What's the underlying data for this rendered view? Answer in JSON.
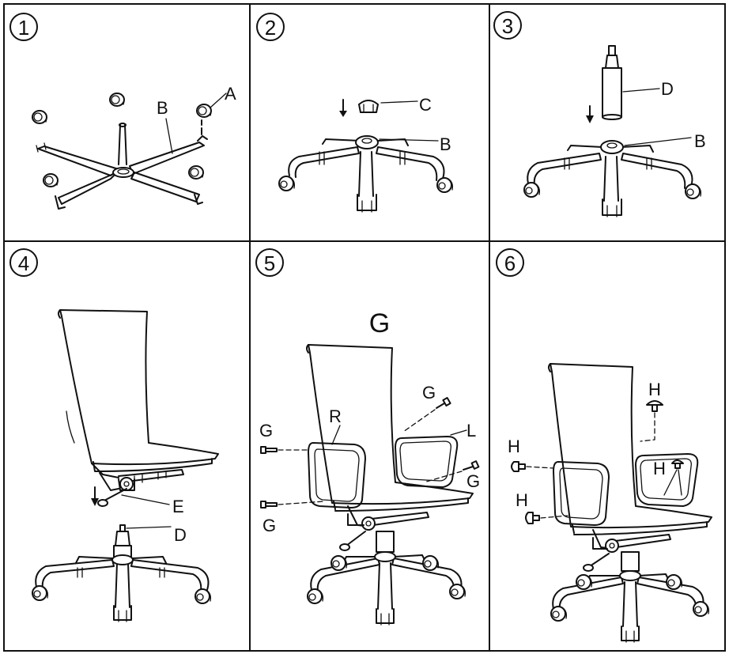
{
  "panels": [
    {
      "step": "1",
      "labels": [
        "A",
        "B"
      ]
    },
    {
      "step": "2",
      "labels": [
        "C",
        "B"
      ]
    },
    {
      "step": "3",
      "labels": [
        "D",
        "B"
      ]
    },
    {
      "step": "4",
      "labels": [
        "E",
        "D"
      ]
    },
    {
      "step": "5",
      "heading": "G",
      "labels": [
        "R",
        "L",
        "G",
        "G",
        "G",
        "G"
      ]
    },
    {
      "step": "6",
      "labels": [
        "H",
        "H",
        "H",
        "H"
      ]
    }
  ]
}
